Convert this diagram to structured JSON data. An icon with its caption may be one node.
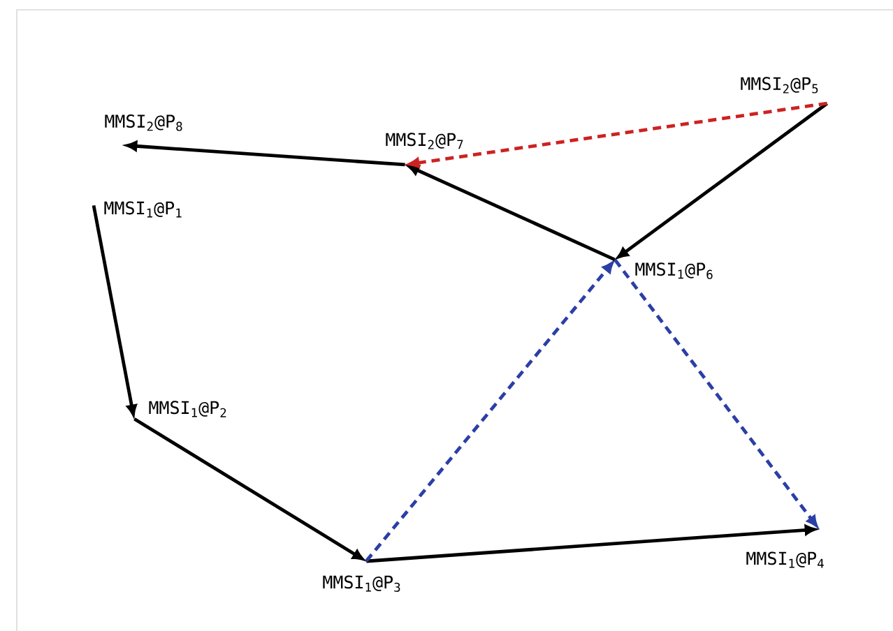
{
  "diagram": {
    "nodes": [
      {
        "text": [
          "MMSI$_{1}$@P$_{1}$"
        ]
      },
      {
        "text": [
          "MMSI$_{1}$@P$_{2}$"
        ]
      },
      {
        "text": [
          "MMSI$_{1}$@P$_{3}$"
        ]
      },
      {
        "text": [
          "MMSI$_{1}$@P$_{4}$"
        ]
      },
      {
        "text": [
          "MMSI$_{2}$@P$_{5}$"
        ]
      },
      {
        "text": [
          "MMSI$_{1}$@P$_{6}$"
        ]
      },
      {
        "text": [
          "MMSI$_{2}$@P$_{7}$"
        ]
      },
      {
        "text": [
          "MMSI$_{2}$@P$_{8}$"
        ]
      }
    ],
    "edges": [
      {
        "from": 0,
        "to": 1,
        "arrow": "to"
      },
      {
        "from": 1,
        "to": 2,
        "arrow": "to"
      },
      {
        "from": 2,
        "to": 3,
        "arrow": "to"
      },
      {
        "from": 2,
        "to": 5,
        "arrow": "to",
        "style": "dashed",
        "color": "#2b3fa6"
      },
      {
        "from": 5,
        "to": 3,
        "arrow": "to",
        "style": "dashed",
        "color": "#2b3fa6"
      },
      {
        "from": 4,
        "to": 5,
        "arrow": "to"
      },
      {
        "from": 5,
        "to": 6,
        "arrow": "to"
      },
      {
        "from": 6,
        "to": 7,
        "arrow": "to"
      },
      {
        "from": 4,
        "to": 6,
        "arrow": "to",
        "style": "dashed",
        "color": "#cc2222"
      }
    ]
  }
}
